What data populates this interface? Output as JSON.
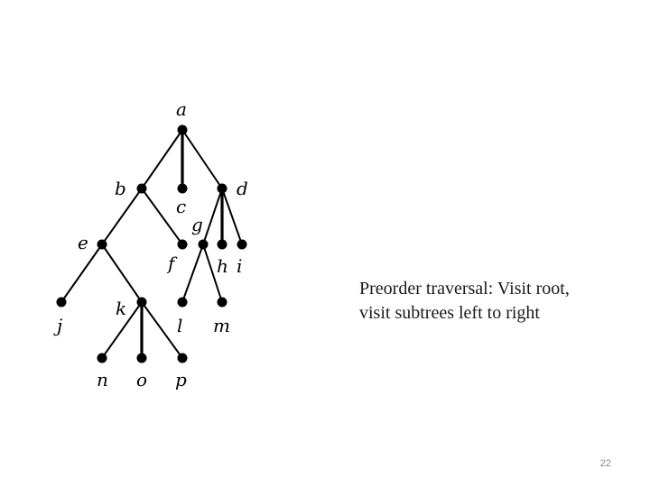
{
  "tree": {
    "nodes": [
      {
        "id": "a",
        "label": "a"
      },
      {
        "id": "b",
        "label": "b"
      },
      {
        "id": "c",
        "label": "c"
      },
      {
        "id": "d",
        "label": "d"
      },
      {
        "id": "e",
        "label": "e"
      },
      {
        "id": "f",
        "label": "f"
      },
      {
        "id": "g",
        "label": "g"
      },
      {
        "id": "h",
        "label": "h"
      },
      {
        "id": "i",
        "label": "i"
      },
      {
        "id": "j",
        "label": "j"
      },
      {
        "id": "k",
        "label": "k"
      },
      {
        "id": "l",
        "label": "l"
      },
      {
        "id": "m",
        "label": "m"
      },
      {
        "id": "n",
        "label": "n"
      },
      {
        "id": "o",
        "label": "o"
      },
      {
        "id": "p",
        "label": "p"
      }
    ],
    "edges": [
      [
        "a",
        "b"
      ],
      [
        "a",
        "c"
      ],
      [
        "a",
        "d"
      ],
      [
        "b",
        "e"
      ],
      [
        "b",
        "f"
      ],
      [
        "d",
        "g"
      ],
      [
        "d",
        "h"
      ],
      [
        "d",
        "i"
      ],
      [
        "e",
        "j"
      ],
      [
        "e",
        "k"
      ],
      [
        "g",
        "l"
      ],
      [
        "g",
        "m"
      ],
      [
        "k",
        "n"
      ],
      [
        "k",
        "o"
      ],
      [
        "k",
        "p"
      ]
    ]
  },
  "caption": {
    "line1": "Preorder traversal:  Visit root,",
    "line2": "visit  subtrees left to right"
  },
  "page_number": "22"
}
